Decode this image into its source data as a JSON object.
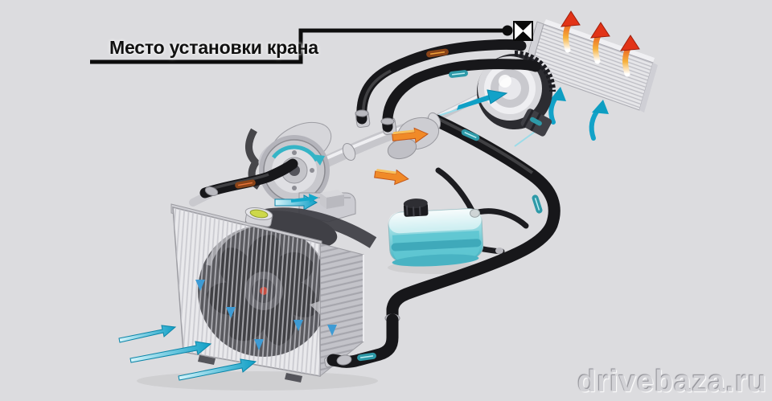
{
  "diagram": {
    "title_callout": {
      "label": "Место установки крана",
      "marker_name": "valve-location-marker"
    },
    "watermark": "drivebaza.ru",
    "component_icons": [
      "radiator",
      "radiator-cooling-fan",
      "radiator-filler-cap",
      "upper-radiator-hose",
      "water-pump",
      "coolant-metal-pipe",
      "thermostat-housing",
      "expansion-tank",
      "expansion-tank-cap",
      "heater-core",
      "heater-blower-fan",
      "heater-return-hose",
      "heater-supply-hoses",
      "valve-location-marker",
      "hot-air-arrows",
      "cold-air-arrows",
      "coolant-flow-arrows"
    ],
    "flow_legend": {
      "hot_flow": "#e23317",
      "cold_flow": "#12a2c8",
      "coolant_liquid": "#5fc6d2"
    }
  },
  "colors": {
    "background": "#dcdcdf",
    "callout_line": "#0d0d0d",
    "label_text": "#111111",
    "hose_black": "#17171a",
    "metal_light": "#e9e9ec",
    "metal_mid": "#c2c2c7",
    "hot": "#e23317",
    "hot_light": "#f6b13c",
    "cold": "#12a2c8",
    "cold_light": "#c9f0f8",
    "coolant": "#5fc6d2",
    "cap_yellow": "#cdd84a",
    "watermark_text": "#d2d2d6"
  }
}
